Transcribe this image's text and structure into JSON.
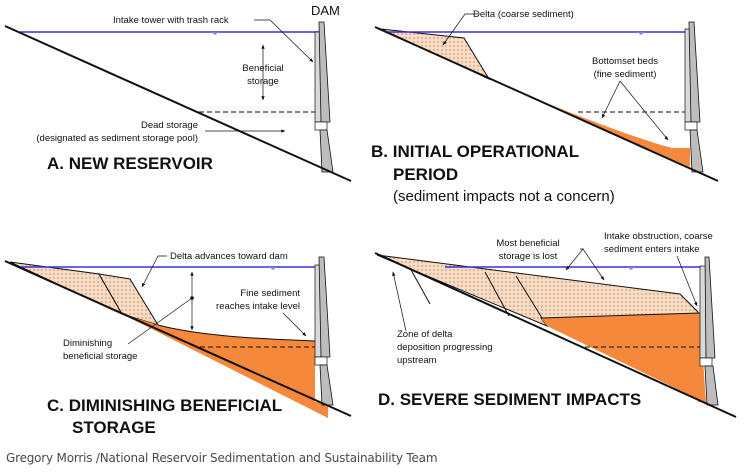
{
  "colors": {
    "water": "#3a2fe0",
    "fine_sediment": "#f5883a",
    "coarse_sediment": "#f8dcc4",
    "dam": "#bdbdbd",
    "ground": "#111111"
  },
  "dam_label": "DAM",
  "panels": [
    {
      "id": "A",
      "title": "A. NEW RESERVOIR",
      "labels": {
        "intake": "Intake tower with trash rack",
        "beneficial_1": "Beneficial",
        "beneficial_2": "storage",
        "dead_1": "Dead storage",
        "dead_2": "(designated as sediment storage pool)"
      }
    },
    {
      "id": "B",
      "title_1": "B. INITIAL OPERATIONAL",
      "title_2": "PERIOD",
      "subtitle": "(sediment impacts not a concern)",
      "labels": {
        "delta": "Delta (coarse sediment)",
        "bottomset_1": "Bottomset beds",
        "bottomset_2": "(fine sediment)"
      }
    },
    {
      "id": "C",
      "title_1": "C. DIMINISHING BENEFICIAL",
      "title_2": "STORAGE",
      "labels": {
        "delta_adv": "Delta advances toward dam",
        "fine_1": "Fine sediment",
        "fine_2": "reaches intake level",
        "dimin_1": "Diminishing",
        "dimin_2": "beneficial storage"
      }
    },
    {
      "id": "D",
      "title": "D. SEVERE SEDIMENT IMPACTS",
      "labels": {
        "lost_1": "Most beneficial",
        "lost_2": "storage is lost",
        "intake_1": "Intake obstruction, coarse",
        "intake_2": "sediment enters intake",
        "zone_1": "Zone of delta",
        "zone_2": "deposition progressing",
        "zone_3": "upstream"
      }
    }
  ],
  "credit": "Gregory Morris /National Reservoir Sedimentation and Sustainability Team"
}
